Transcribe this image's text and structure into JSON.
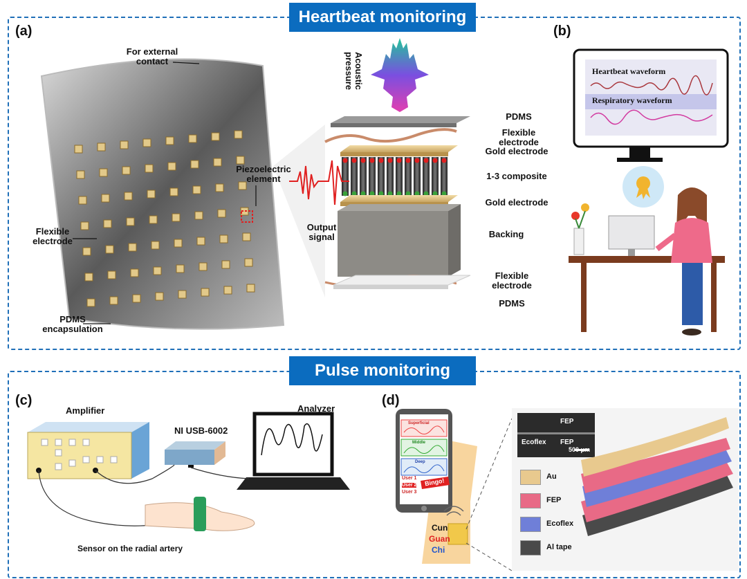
{
  "banners": {
    "top": "Heartbeat monitoring",
    "bottom": "Pulse monitoring"
  },
  "panel_labels": {
    "a": "(a)",
    "b": "(b)",
    "c": "(c)",
    "d": "(d)"
  },
  "panel_a": {
    "for_external_contact": [
      "For external",
      "contact"
    ],
    "piezoelectric_element": [
      "Piezoelectric",
      "element"
    ],
    "flexible_electrode": [
      "Flexible",
      "electrode"
    ],
    "pdms_encapsulation": [
      "PDMS",
      "encapsulation"
    ],
    "acoustic_pressure": [
      "Acoustic",
      "pressure"
    ],
    "output_signal": [
      "Output",
      "signal"
    ],
    "layers": {
      "pdms_top": "PDMS",
      "flex_top": [
        "Flexible",
        "electrode"
      ],
      "gold_top": "Gold electrode",
      "composite": "1-3 composite",
      "gold_bottom": "Gold electrode",
      "backing": "Backing",
      "flex_bottom": [
        "Flexible",
        "electrode"
      ],
      "pdms_bottom": "PDMS"
    }
  },
  "panel_b": {
    "heartbeat": "Heartbeat waveform",
    "respiratory": "Respiratory waveform"
  },
  "panel_c": {
    "amplifier": "Amplifier",
    "ni_usb": "NI USB-6002",
    "analyzer": "Analyzer",
    "sensor": "Sensor on the radial artery"
  },
  "panel_d": {
    "phone_rows": [
      "Superficial",
      "Middle",
      "Deep"
    ],
    "users": [
      "User 1",
      "User 2",
      "User 3"
    ],
    "bingo": "Bingo!",
    "wrist": [
      "Cun",
      "Guan",
      "Chi"
    ],
    "sem": {
      "fep_top": "FEP",
      "ecoflex": "Ecoflex",
      "fep": "FEP",
      "scale": "500 μm"
    },
    "legend": [
      {
        "label": "Au",
        "color": "#e8c98e"
      },
      {
        "label": "FEP",
        "color": "#e86a86"
      },
      {
        "label": "Ecoflex",
        "color": "#6f7fd8"
      },
      {
        "label": "Al tape",
        "color": "#4a4a4a"
      }
    ]
  },
  "colors": {
    "frame": "#1f6fb8",
    "banner": "#0b6cbf"
  }
}
